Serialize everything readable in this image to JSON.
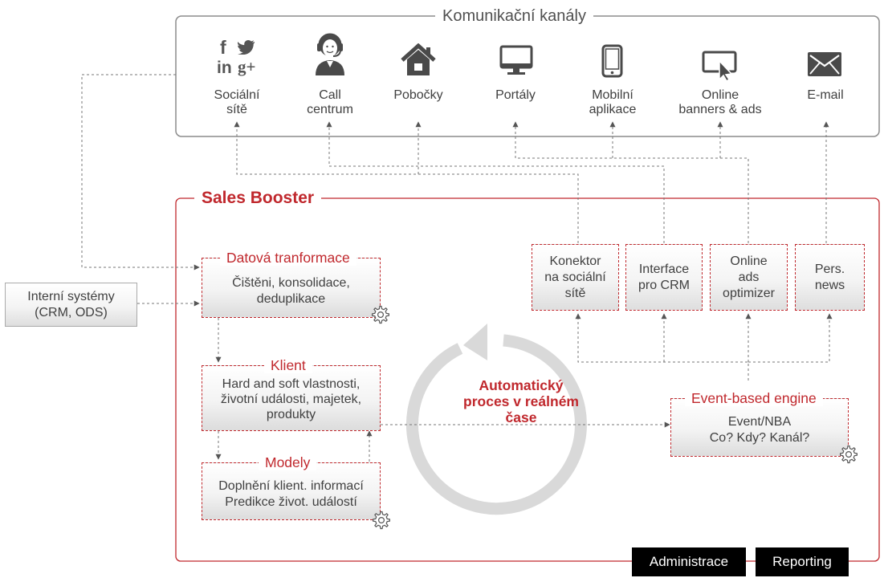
{
  "channels": {
    "title": "Komunikační kanály",
    "items": [
      {
        "icon": "social-networks-icon",
        "label": "Sociální\nsítě"
      },
      {
        "icon": "call-center-agent-icon",
        "label": "Call\ncentrum"
      },
      {
        "icon": "house-icon",
        "label": "Pobočky"
      },
      {
        "icon": "monitor-icon",
        "label": "Portály"
      },
      {
        "icon": "mobile-phone-icon",
        "label": "Mobilní\naplikace"
      },
      {
        "icon": "cursor-banner-icon",
        "label": "Online\nbanners & ads"
      },
      {
        "icon": "envelope-icon",
        "label": "E-mail"
      }
    ],
    "social_glyphs": {
      "f": "f",
      "tw": "🐦",
      "in": "in",
      "gplus": "g+"
    }
  },
  "internal_systems": {
    "label": "Interní systémy\n(CRM, ODS)"
  },
  "sales_booster": {
    "title": "Sales Booster",
    "data_transform": {
      "title": "Datová tranformace",
      "body": "Čištěni, konsolidace,\ndeduplikace"
    },
    "client": {
      "title": "Klient",
      "body": "Hard and soft vlastnosti,\nživotní události, majetek,\nprodukty"
    },
    "models": {
      "title": "Modely",
      "body": "Doplnění klient. informací\nPredikce život. událostí"
    },
    "connectors": [
      {
        "label": "Konektor\nna sociální\nsítě"
      },
      {
        "label": "Interface\npro CRM"
      },
      {
        "label": "Online\nads\noptimizer"
      },
      {
        "label": "Pers.\nnews"
      }
    ],
    "event_engine": {
      "title": "Event-based engine",
      "body": "Event/NBA\nCo?  Kdy?  Kanál?"
    },
    "center_text": "Automatický\nproces v reálném\nčase"
  },
  "buttons": {
    "administrace": "Administrace",
    "reporting": "Reporting"
  },
  "colors": {
    "accent": "#c0282d",
    "text": "#404040",
    "frame": "#8c8c8c",
    "cycle": "#d9d9d9"
  }
}
